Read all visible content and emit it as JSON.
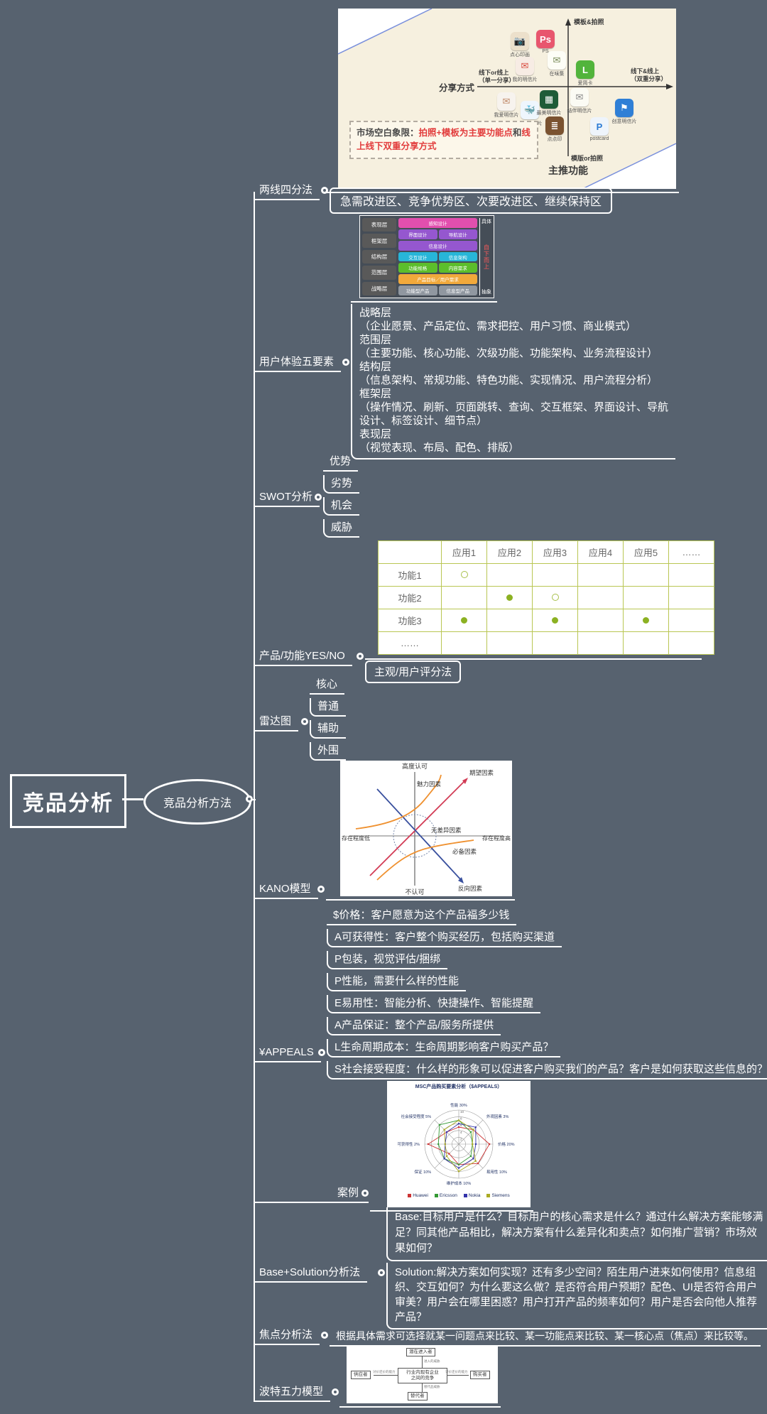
{
  "colors": {
    "background": "#57626F",
    "line": "#ffffff",
    "scatter_bg": "#F6F0DF",
    "note_red": "#e23d3d",
    "table_grid": "#b9c653",
    "table_dot": "#8cb122",
    "kano_orange": "#ef9130",
    "kano_red": "#d23b55",
    "kano_blue": "#39509e"
  },
  "root": {
    "label": "竞品分析"
  },
  "hub": {
    "label": "竞品分析方法"
  },
  "branch_labels": {
    "two_line": "两线四分法",
    "ux5": "用户体验五要素",
    "swot": "SWOT分析",
    "yesno": "产品/功能YES/NO",
    "radar": "雷达图",
    "kano": "KANO模型",
    "appeals": "¥APPEALS",
    "case": "案例",
    "base_solution": "Base+Solution分析法",
    "focus": "焦点分析法",
    "porter": "波特五力模型"
  },
  "scatter": {
    "axis_top_label": "模板&拍照",
    "axis_right_label_1": "线下&线上",
    "axis_right_label_2": "（双重分享）",
    "axis_left_label_1": "线下or线上",
    "axis_left_label_2": "（单一分享）",
    "share_axis_label": "分享方式",
    "bottom_mid_label": "模版or拍照",
    "main_axis_label": "主推功能",
    "note_prefix": "市场空白象限：",
    "note_red_1": "拍照+模板为主要功能点",
    "note_dark": "和",
    "note_red_2": "线上线下双重分享方式",
    "icons": [
      {
        "label": "点心印画",
        "x": 243,
        "y": 33,
        "bg": "#ece0cb",
        "glyph": "📷",
        "fg": "#333"
      },
      {
        "label": "PS",
        "x": 279,
        "y": 30,
        "bg": "#e8566e",
        "glyph": "Ps",
        "fg": "#fff"
      },
      {
        "label": "我的明信片",
        "x": 250,
        "y": 68,
        "bg": "#f7ece4",
        "glyph": "✉",
        "fg": "#d84c3f"
      },
      {
        "label": "在味集",
        "x": 295,
        "y": 60,
        "bg": "#fdfdf6",
        "glyph": "✉",
        "fg": "#7a8c5a"
      },
      {
        "label": "爱简卡",
        "x": 335,
        "y": 73,
        "bg": "#52b43c",
        "glyph": "L",
        "fg": "#fff"
      },
      {
        "label": "我爱明信片",
        "x": 224,
        "y": 118,
        "bg": "#f7f3ee",
        "glyph": "✉",
        "fg": "#c08a6a"
      },
      {
        "label": "自游明信片",
        "x": 257,
        "y": 130,
        "bg": "#eef6fd",
        "glyph": "🐳",
        "fg": "#3a8fd0"
      },
      {
        "label": "最美明信片",
        "x": 284,
        "y": 115,
        "bg": "#1e5c38",
        "glyph": "▦",
        "fg": "#fff"
      },
      {
        "label": "点点印",
        "x": 292,
        "y": 152,
        "bg": "#7a5230",
        "glyph": "≣",
        "fg": "#fff"
      },
      {
        "label": "结伴明信片",
        "x": 327,
        "y": 112,
        "bg": "#fbfbf4",
        "glyph": "✉",
        "fg": "#888"
      },
      {
        "label": "postcard",
        "x": 355,
        "y": 153,
        "bg": "#eef4fb",
        "glyph": "P",
        "fg": "#2b7bd4"
      },
      {
        "label": "创意明信片",
        "x": 390,
        "y": 127,
        "bg": "#2f7fd6",
        "glyph": "⚑",
        "fg": "#fff"
      }
    ]
  },
  "two_line": {
    "zones": "急需改进区、竞争优势区、次要改进区、继续保持区"
  },
  "ux5_image": {
    "left": [
      "表现层",
      "框架层",
      "结构层",
      "范围层",
      "战略层"
    ],
    "r1": "感知设计",
    "r2a": "界面设计",
    "r2b": "导航设计",
    "r2c": "信息设计",
    "r3a": "交互设计",
    "r3b": "信息架构",
    "r4a": "功能规格",
    "r4b": "内容需求",
    "r5": "产品目标／用户需求",
    "r6a": "功能型产品",
    "r6b": "信息型产品",
    "rail_top": "具体",
    "rail_mid": "自下而上",
    "rail_bottom": "抽象"
  },
  "ux5_detail_lines": [
    "战略层",
    "（企业愿景、产品定位、需求把控、用户习惯、商业模式）",
    "范围层",
    "（主要功能、核心功能、次级功能、功能架构、业务流程设计）",
    "结构层",
    "（信息架构、常规功能、特色功能、实现情况、用户流程分析）",
    "框架层",
    "（操作情况、刷新、页面跳转、查询、交互框架、界面设计、导航",
    "设计、标签设计、细节点）",
    "表现层",
    "（视觉表现、布局、配色、排版）"
  ],
  "swot": {
    "items": [
      "优势",
      "劣势",
      "机会",
      "威胁"
    ]
  },
  "yesno": {
    "note": "主观/用户评分法",
    "table": {
      "headers": [
        "",
        "应用1",
        "应用2",
        "应用3",
        "应用4",
        "应用5",
        "……"
      ],
      "rows": [
        {
          "name": "功能1",
          "marks": [
            "hollow",
            "",
            "",
            "",
            "",
            ""
          ]
        },
        {
          "name": "功能2",
          "marks": [
            "",
            "filled",
            "hollow",
            "",
            "",
            ""
          ]
        },
        {
          "name": "功能3",
          "marks": [
            "filled",
            "",
            "filled",
            "",
            "filled",
            ""
          ]
        },
        {
          "name": "……",
          "marks": [
            "",
            "",
            "",
            "",
            "",
            ""
          ]
        }
      ]
    }
  },
  "radar_levels": [
    "核心",
    "普通",
    "辅助",
    "外围"
  ],
  "kano_chart": {
    "top": "高度认可",
    "bottom": "不认可",
    "left": "存在程度低",
    "right": "存在程度高",
    "attractive": "魅力因素",
    "expected": "期望因素",
    "indifferent": "无差异因素",
    "must_be": "必备因素",
    "reverse": "反向因素"
  },
  "appeals_items": [
    "$价格：客户愿意为这个产品福多少钱",
    "A可获得性：客户整个购买经历，包括购买渠道",
    "P包装，视觉评估/捆绑",
    "P性能，需要什么样的性能",
    "E易用性：智能分析、快捷操作、智能提醒",
    "A产品保证：整个产品/服务所提供",
    "L生命周期成本：生命周期影响客户购买产品？",
    "S社会接受程度：什么样的形象可以促进客户购买我们的产品？客户是如何获取这些信息的？"
  ],
  "case_chart": {
    "type": "radar",
    "title": "MSC产品购买要素分析（$APPEALS）",
    "axes": [
      "性能 30%",
      "外观因素 3%",
      "价格 20%",
      "易用性 10%",
      "维护成本 10%",
      "保证 10%",
      "可获得性 2%",
      "社会接受程度 5%"
    ],
    "max": 10,
    "rings": [
      2,
      4,
      6,
      8,
      10
    ],
    "series": [
      {
        "name": "Huawei",
        "color": "#cc3333",
        "values": [
          5,
          6,
          9,
          8,
          6,
          4,
          9,
          5
        ]
      },
      {
        "name": "Ericsson",
        "color": "#339933",
        "values": [
          7,
          5,
          4,
          5,
          6,
          6,
          6,
          8
        ]
      },
      {
        "name": "Nokia",
        "color": "#3333aa",
        "values": [
          6,
          7,
          5,
          6,
          7,
          6,
          4,
          5
        ]
      },
      {
        "name": "Siemens",
        "color": "#aaaa22",
        "values": [
          7,
          6,
          4,
          7,
          8,
          5,
          4,
          6
        ]
      }
    ]
  },
  "base_solution": {
    "base": "Base:目标用户是什么？目标用户的核心需求是什么？通过什么解决方案能够满足？同其他产品相比，解决方案有什么差异化和卖点？如何推广营销？市场效果如何？",
    "solution": "Solution:解决方案如何实现？还有多少空间？陌生用户进来如何使用？信息组织、交互如何？为什么要这么做？是否符合用户预期？配色、UI是否符合用户审美？用户会在哪里困惑？用户打开产品的频率如何？用户是否会向他人推荐产品？"
  },
  "focus_text": "根据具体需求可选择就某一问题点来比较、某一功能点来比较、某一核心点（焦点）来比较等。",
  "porter_chart": {
    "top": "潜在进入者",
    "left": "供应者",
    "center_1": "行业内现有企业",
    "center_2": "之间的竞争",
    "right": "购买者",
    "bottom": "替代者",
    "edge_top": "进入的威胁",
    "edge_left": "讨价还价的能力",
    "edge_right": "讨价还价的能力",
    "edge_bottom": "替代品威胁"
  }
}
